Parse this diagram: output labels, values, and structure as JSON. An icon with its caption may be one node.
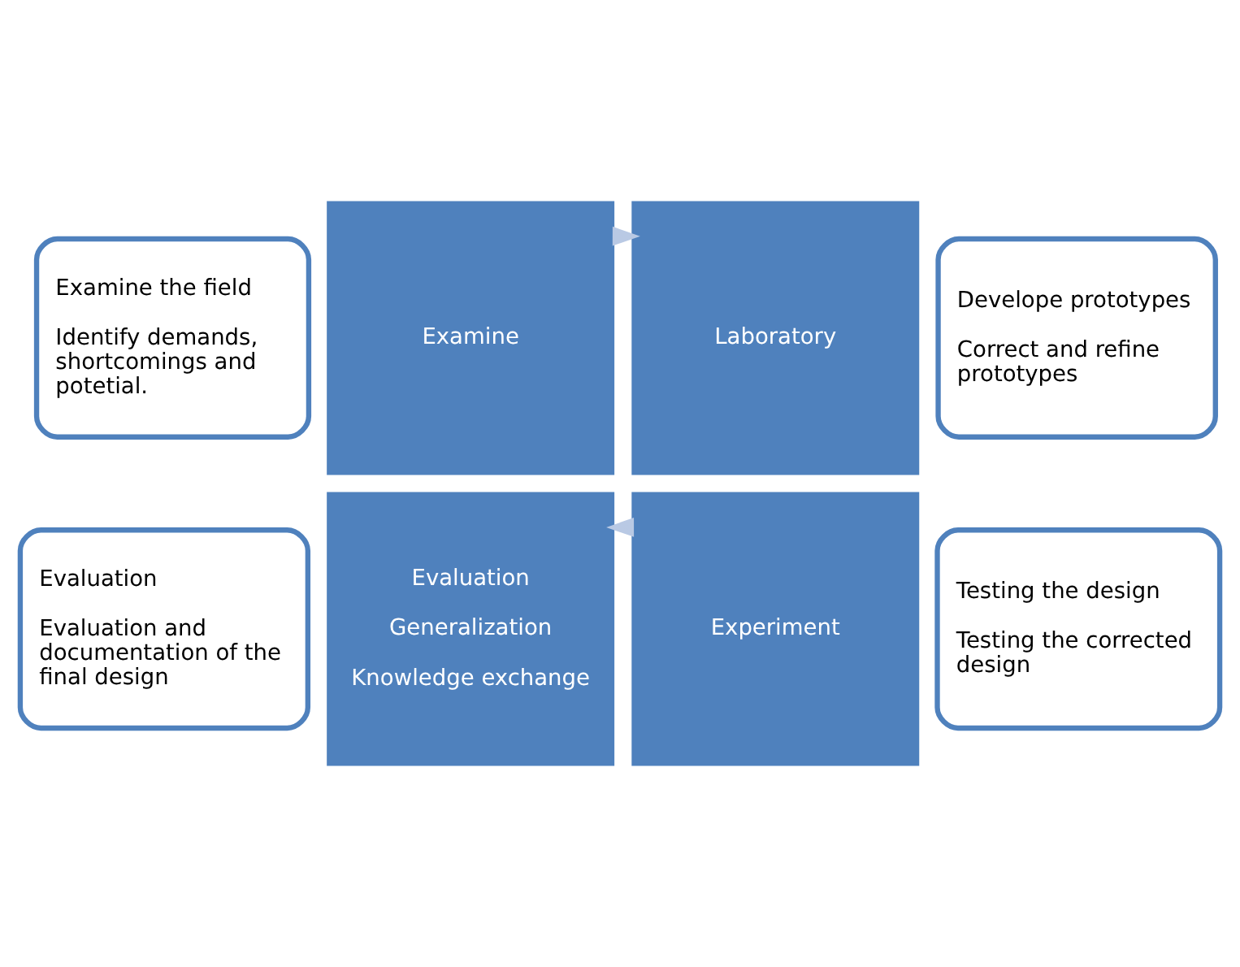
{
  "diagram": {
    "nodes": [
      {
        "text": [
          "Examine the field",
          "Identify demands, shortcomings and potetial."
        ]
      },
      {
        "text": [
          "Develope prototypes",
          "Correct and refine prototypes"
        ]
      },
      {
        "text": [
          "Examine"
        ]
      },
      {
        "text": [
          "Laboratory"
        ]
      },
      {
        "text": [
          "Evaluation",
          "Generalization",
          "Knowledge exchange"
        ]
      },
      {
        "text": [
          "Experiment"
        ]
      },
      {
        "text": [
          "Evaluation",
          "Evaluation and documentation of the final design"
        ]
      },
      {
        "text": [
          "Testing the design",
          "Testing the corrected design"
        ]
      }
    ],
    "edges": [
      {
        "from": 2,
        "to": 3,
        "arrow": "to"
      },
      {
        "from": 5,
        "to": 4,
        "arrow": "to"
      }
    ]
  }
}
